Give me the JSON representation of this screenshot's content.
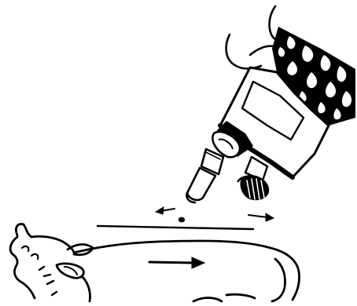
{
  "figure": {
    "background": "#ffffff",
    "ink": "#000000",
    "elements": [
      {
        "name": "hand",
        "icon": "hand-icon"
      },
      {
        "name": "pour-on-applicator",
        "icon": "applicator-bottle-icon"
      },
      {
        "name": "applicator-nozzle",
        "icon": "nozzle-icon"
      },
      {
        "name": "adjustment-knob",
        "icon": "knob-icon"
      },
      {
        "name": "cow-back-outline",
        "icon": "cow-icon"
      },
      {
        "name": "direction-arrows",
        "icon": "arrow-icon"
      }
    ]
  }
}
